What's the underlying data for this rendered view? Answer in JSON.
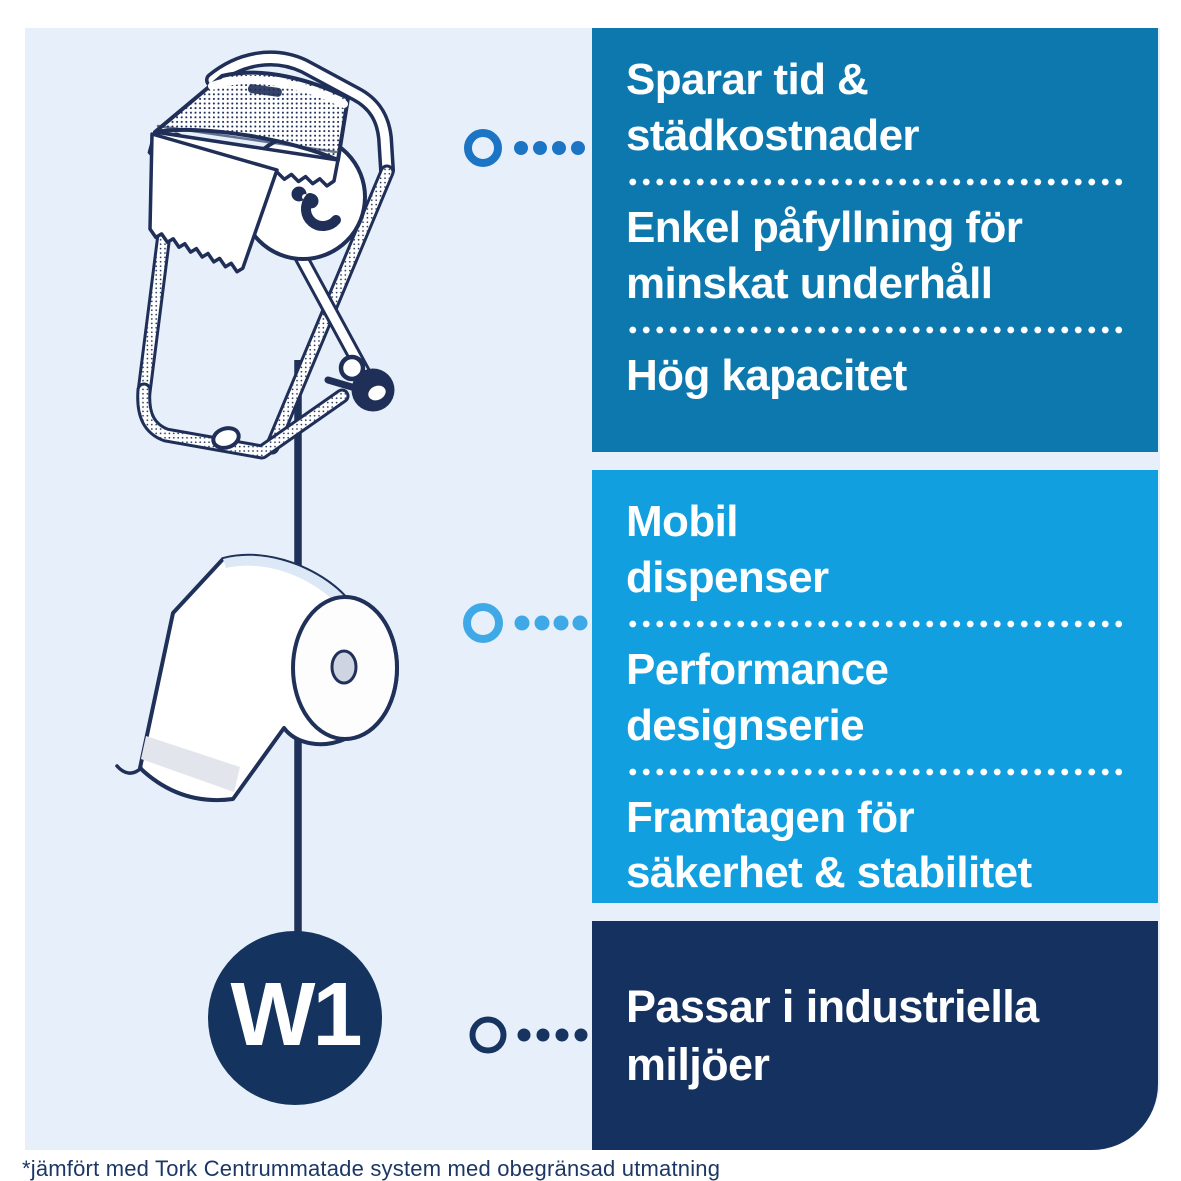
{
  "benefit_boxes": [
    {
      "name": "primary-benefits",
      "bg_color": "#0d78ad",
      "items": [
        "Sparar tid &\nstädkostnader",
        "Enkel påfyllning för\nminskat underhåll",
        "Hög kapacitet"
      ]
    },
    {
      "name": "secondary-benefits",
      "bg_color": "#129fdf",
      "items": [
        "Mobil\ndispenser",
        "Performance\ndesignserie",
        "Framtagen för\nsäkerhet & stabilitet"
      ]
    },
    {
      "name": "environment-benefit",
      "bg_color": "#14315f",
      "items": [
        "Passar i industriella\nmiljöer"
      ]
    }
  ],
  "badge": {
    "label": "W1"
  },
  "footnote": "*jämfört med Tork Centrummatade system med obegränsad utmatning",
  "illustrations": [
    "floor-stand-dispenser-line-art",
    "paper-roll-line-art",
    "w1-category-badge"
  ],
  "markers": [
    {
      "name": "ring-dotted-leader-top",
      "color": "#1b75c4"
    },
    {
      "name": "ring-dotted-leader-middle",
      "color": "#3fa9e8"
    },
    {
      "name": "ring-dotted-leader-bottom",
      "color": "#17335f"
    }
  ],
  "colors": {
    "panel_bg": "#e7f0fa",
    "box_primary": "#0d78ad",
    "box_secondary": "#129fdf",
    "box_navy": "#14315f",
    "illustration_line": "#1f2f58",
    "footnote_text": "#1c3766",
    "text_on_boxes": "#ffffff"
  }
}
